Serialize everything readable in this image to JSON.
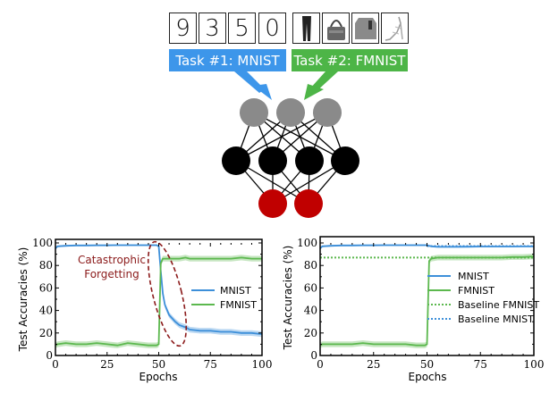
{
  "tasks": [
    {
      "label": "Task #1: MNIST",
      "color": "#3d96ea",
      "samples": [
        "9",
        "3",
        "5",
        "0"
      ]
    },
    {
      "label": "Task #2: FMNIST",
      "color": "#4db547",
      "samples": [
        "trousers",
        "bag",
        "pullover",
        "sandal"
      ]
    }
  ],
  "network": {
    "layers": [
      {
        "nodes": 3,
        "color": "#8a8a8a",
        "role": "shared-input"
      },
      {
        "nodes": 4,
        "color": "#000000",
        "role": "hidden"
      },
      {
        "nodes": 2,
        "color": "#c00000",
        "role": "output"
      }
    ]
  },
  "annotation": {
    "text_line1": "Catastrophic",
    "text_line2": "Forgetting",
    "color": "#8b1a1a"
  },
  "chart_data": [
    {
      "type": "line",
      "title": "",
      "xlabel": "Epochs",
      "ylabel": "Test Accuracies (%)",
      "xlim": [
        0,
        100
      ],
      "ylim": [
        0,
        100
      ],
      "xticks": [
        "0",
        "25",
        "50",
        "75",
        "100"
      ],
      "yticks": [
        "0",
        "20",
        "40",
        "60",
        "80",
        "100"
      ],
      "legend_position": "center-right",
      "grid": false,
      "x": [
        0,
        1,
        5,
        10,
        15,
        20,
        25,
        30,
        35,
        40,
        45,
        49,
        50,
        51,
        52,
        53,
        55,
        58,
        60,
        63,
        65,
        70,
        75,
        80,
        85,
        90,
        95,
        100
      ],
      "series": [
        {
          "name": "MNIST",
          "color": "#3d8fd9",
          "style": "solid",
          "values": [
            95,
            97,
            97.5,
            97.8,
            97.8,
            97.9,
            97.9,
            98,
            98,
            98,
            98,
            98,
            97,
            75,
            55,
            45,
            36,
            30,
            27,
            25,
            23,
            22,
            22,
            21,
            21,
            20,
            20,
            19
          ]
        },
        {
          "name": "FMNIST",
          "color": "#5cb84e",
          "style": "solid",
          "values": [
            9,
            10,
            11,
            10,
            10,
            11,
            10,
            9,
            11,
            10,
            9,
            9,
            10,
            82,
            86,
            86,
            86,
            86,
            86,
            87,
            86,
            86,
            86,
            86,
            86,
            87,
            86,
            86
          ]
        }
      ],
      "annotations": [
        {
          "text": "Catastrophic Forgetting",
          "shape": "dashed-ellipse",
          "x_range": [
            48,
            63
          ]
        }
      ]
    },
    {
      "type": "line",
      "title": "",
      "xlabel": "Epochs",
      "ylabel": "Test Accuracies (%)",
      "xlim": [
        0,
        100
      ],
      "ylim": [
        0,
        100
      ],
      "xticks": [
        "0",
        "25",
        "50",
        "75",
        "100"
      ],
      "yticks": [
        "0",
        "20",
        "40",
        "60",
        "80",
        "100"
      ],
      "legend_position": "center-right",
      "grid": false,
      "x": [
        0,
        1,
        5,
        10,
        15,
        20,
        25,
        30,
        35,
        40,
        45,
        49,
        50,
        51,
        52,
        55,
        60,
        65,
        70,
        75,
        80,
        85,
        90,
        95,
        100
      ],
      "series": [
        {
          "name": "MNIST",
          "color": "#3d8fd9",
          "style": "solid",
          "values": [
            95,
            97,
            97.5,
            97.8,
            97.8,
            97.9,
            97.9,
            98,
            98,
            98,
            98,
            98,
            98,
            97.5,
            97,
            96.5,
            96.5,
            96.6,
            96.7,
            96.8,
            96.8,
            96.8,
            96.8,
            96.9,
            96.9
          ]
        },
        {
          "name": "FMNIST",
          "color": "#5cb84e",
          "style": "solid",
          "values": [
            9,
            10,
            10,
            10,
            10,
            11,
            10,
            10,
            10,
            10,
            9,
            9,
            10,
            84,
            86,
            87,
            87,
            87,
            87,
            87,
            87,
            87,
            87.5,
            87.5,
            88
          ]
        },
        {
          "name": "Baseline FMNIST",
          "color": "#5cb84e",
          "style": "dotted",
          "values": "constant 87"
        },
        {
          "name": "Baseline MNIST",
          "color": "#3d8fd9",
          "style": "dotted",
          "values": "constant 97 (from epoch 50)"
        }
      ]
    }
  ]
}
